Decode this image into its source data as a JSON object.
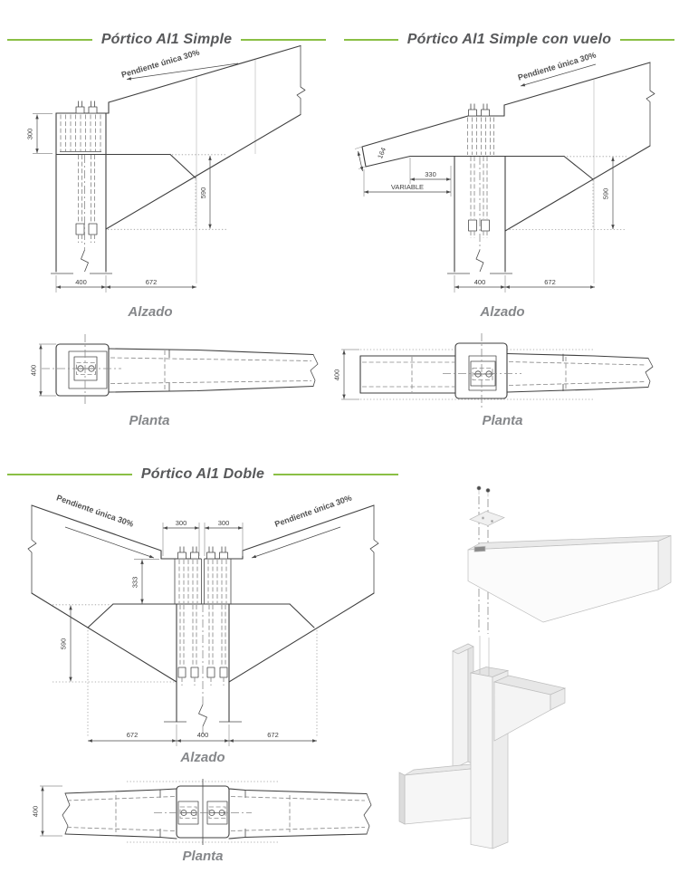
{
  "page_type": "precast-concrete-portal-frame-detail-sheet",
  "sections": [
    {
      "title": "Pórtico Al1 Simple",
      "slope_note": "Pendiente única 30%",
      "views": {
        "elevation_label": "Alzado",
        "plan_label": "Planta"
      },
      "dimensions": {
        "top_offset": "300",
        "beam_depth": "590",
        "column_width": "400",
        "haunch_length": "672",
        "plan_width": "400"
      }
    },
    {
      "title": "Pórtico Al1 Simple con vuelo",
      "slope_note": "Pendiente única 30%",
      "views": {
        "elevation_label": "Alzado",
        "plan_label": "Planta"
      },
      "dimensions": {
        "tip_depth": "164",
        "ledge": "330",
        "overhang": "VARIABLE",
        "beam_depth": "590",
        "column_width": "400",
        "haunch_length": "672",
        "plan_width": "400"
      }
    },
    {
      "title": "Pórtico Al1 Doble",
      "slope_note_left": "Pendiente única 30%",
      "slope_note_right": "Pendiente única 30%",
      "views": {
        "elevation_label": "Alzado",
        "plan_label": "Planta"
      },
      "dimensions": {
        "plate_left": "300",
        "plate_right": "300",
        "anchor_depth": "333",
        "beam_depth": "590",
        "haunch_left": "672",
        "column_width": "400",
        "haunch_right": "672",
        "plan_width": "400"
      }
    }
  ],
  "colors": {
    "accent_green": "#8abf45",
    "line_dark": "#3f3f3f",
    "dim_text": "#3f3f3f",
    "view_label_gray": "#85878a",
    "title_gray": "#57585a"
  }
}
